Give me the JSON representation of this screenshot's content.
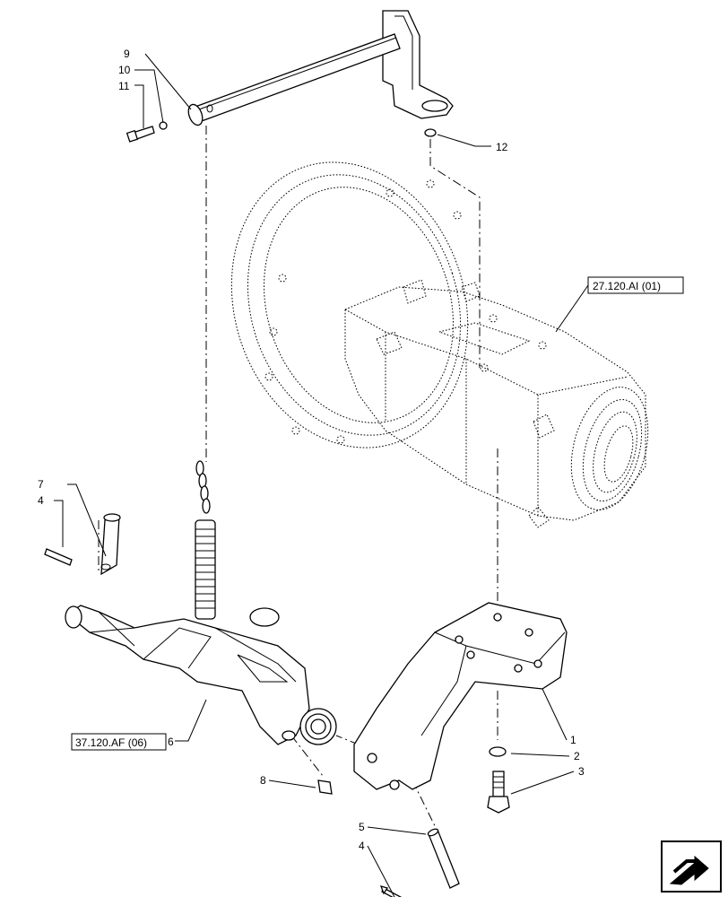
{
  "callouts": {
    "c1": "1",
    "c2": "2",
    "c3": "3",
    "c4a": "4",
    "c4b": "4",
    "c5": "5",
    "c6": "6",
    "c7": "7",
    "c8": "8",
    "c9": "9",
    "c10": "10",
    "c11": "11",
    "c12": "12"
  },
  "references": {
    "axle": "27.120.AI (01)",
    "hitch": "37.120.AF (06)"
  },
  "nav_icon": "arrow-next-page-icon"
}
